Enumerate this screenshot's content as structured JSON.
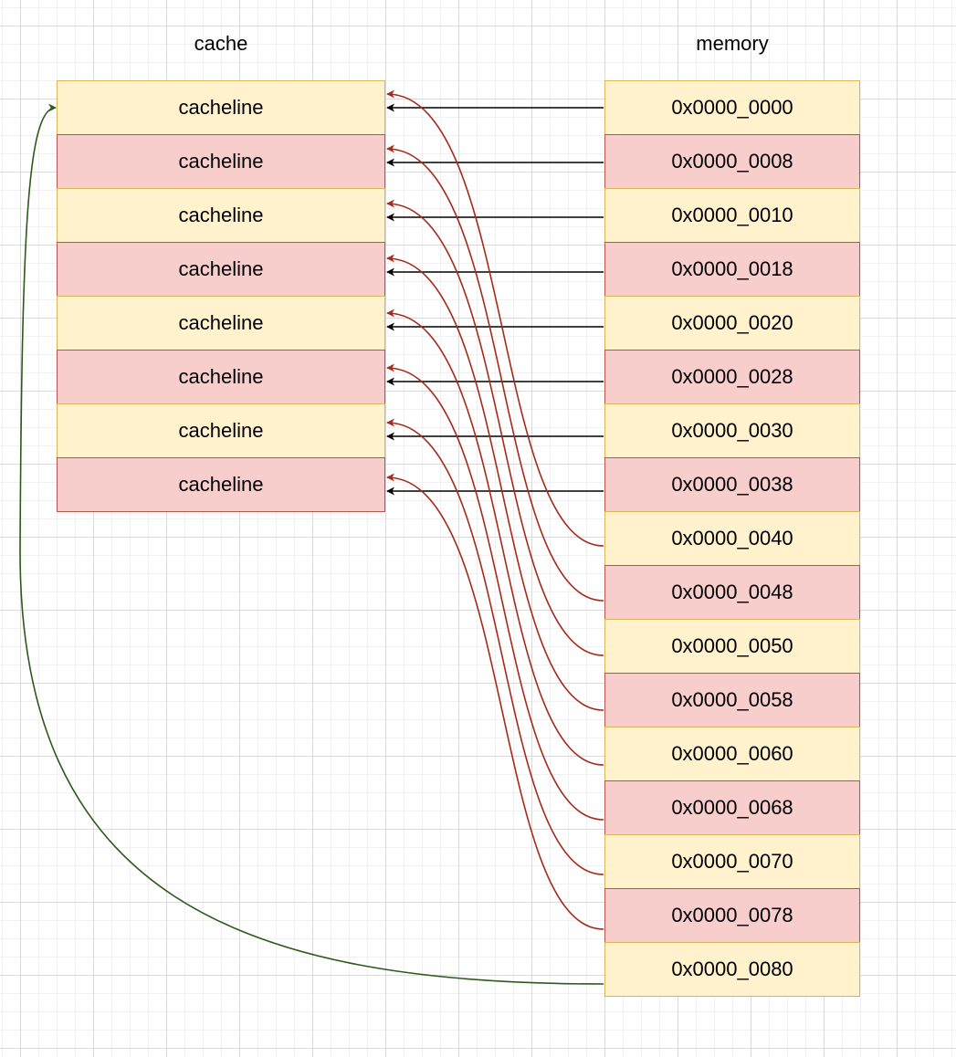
{
  "cache": {
    "title": "cache",
    "lines": [
      "cacheline",
      "cacheline",
      "cacheline",
      "cacheline",
      "cacheline",
      "cacheline",
      "cacheline",
      "cacheline"
    ]
  },
  "memory": {
    "title": "memory",
    "addresses": [
      "0x0000_0000",
      "0x0000_0008",
      "0x0000_0010",
      "0x0000_0018",
      "0x0000_0020",
      "0x0000_0028",
      "0x0000_0030",
      "0x0000_0038",
      "0x0000_0040",
      "0x0000_0048",
      "0x0000_0050",
      "0x0000_0058",
      "0x0000_0060",
      "0x0000_0068",
      "0x0000_0070",
      "0x0000_0078",
      "0x0000_0080"
    ]
  },
  "colors": {
    "yellow_fill": "#fff2cc",
    "yellow_stroke": "#d6b656",
    "red_fill": "#f8cecc",
    "red_stroke": "#b85450",
    "arrow_direct": "#000000",
    "arrow_conflict": "#a52a1a",
    "arrow_wrap": "#2d5a1b"
  },
  "mapping": [
    {
      "from": 0,
      "to": 0
    },
    {
      "from": 1,
      "to": 1
    },
    {
      "from": 2,
      "to": 2
    },
    {
      "from": 3,
      "to": 3
    },
    {
      "from": 4,
      "to": 4
    },
    {
      "from": 5,
      "to": 5
    },
    {
      "from": 6,
      "to": 6
    },
    {
      "from": 7,
      "to": 7
    },
    {
      "from": 8,
      "to": 0
    },
    {
      "from": 9,
      "to": 1
    },
    {
      "from": 10,
      "to": 2
    },
    {
      "from": 11,
      "to": 3
    },
    {
      "from": 12,
      "to": 4
    },
    {
      "from": 13,
      "to": 5
    },
    {
      "from": 14,
      "to": 6
    },
    {
      "from": 15,
      "to": 7
    },
    {
      "from": 16,
      "to": 0
    }
  ]
}
